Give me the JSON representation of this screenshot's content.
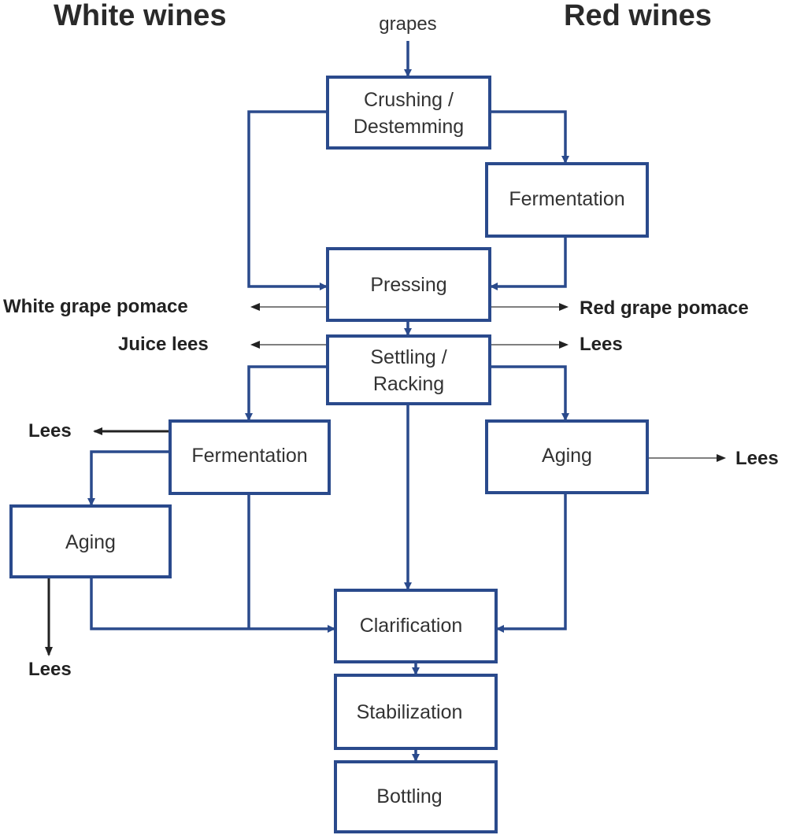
{
  "headings": {
    "white": "White wines",
    "red": "Red wines"
  },
  "input": "grapes",
  "boxes": {
    "crushing_line1": "Crushing /",
    "crushing_line2": "Destemming",
    "red_fermentation": "Fermentation",
    "pressing": "Pressing",
    "settling_line1": "Settling  /",
    "settling_line2": "Racking",
    "white_fermentation": "Fermentation",
    "red_aging": "Aging",
    "white_aging": "Aging",
    "clarification": "Clarification",
    "stabilization": "Stabilization",
    "bottling": "Bottling"
  },
  "outputs": {
    "white_pomace": "White grape pomace",
    "red_pomace": "Red grape pomace",
    "juice_lees": "Juice lees",
    "red_settling_lees": "Lees",
    "white_fermentation_lees": "Lees",
    "red_aging_lees": "Lees",
    "white_aging_lees": "Lees"
  },
  "colors": {
    "box_border": "#2a4a8c",
    "flow_arrow": "#2a4a8c",
    "text": "#333333"
  }
}
